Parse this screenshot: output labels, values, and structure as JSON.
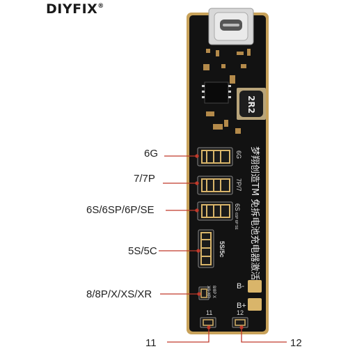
{
  "brand": {
    "name": "DIYFIX",
    "mark": "®"
  },
  "callouts": {
    "c6g": "6G",
    "c7": "7/7P",
    "c6s": "6S/6SP/6P/SE",
    "c5s": "5S/5C",
    "c8": "8/8P/X/XS/XR",
    "c11": "11",
    "c12": "12"
  },
  "board": {
    "silk_6g": "6G",
    "silk_7": "7P/7",
    "silk_6s": "6S",
    "silk_6s_small": "6SP 6P SE",
    "silk_5s": "5S/5c",
    "silk_8": "8/8P X",
    "silk_8b": "XS XR",
    "silk_bminus": "B-",
    "silk_bplus": "B+",
    "silk_11": "11",
    "silk_12": "12",
    "inductor": "2R2",
    "vertical_text": "梦翔创造TM 免拆电池充电器激活板"
  },
  "colors": {
    "pcb": "#121212",
    "pcb_edge": "#c8a25a",
    "pad": "#d9b56a",
    "leader": "#c0392b"
  }
}
